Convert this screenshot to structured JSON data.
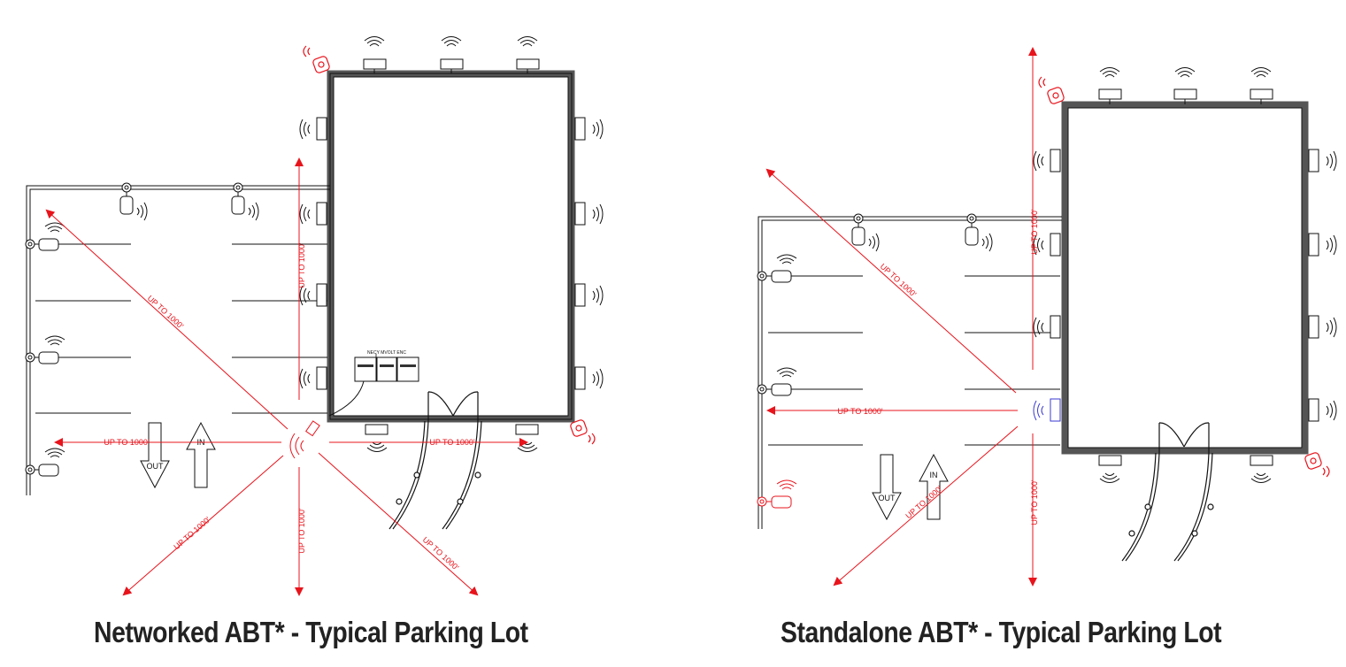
{
  "diagrams": {
    "networked": {
      "caption": "Networked ABT* - Typical Parking Lot",
      "range_label": "UP TO 1000'",
      "in_label": "IN",
      "out_label": "OUT",
      "enclosure_label": "NECY MVOLT ENC"
    },
    "standalone": {
      "caption": "Standalone ABT* - Typical Parking Lot",
      "range_label": "UP TO 1000'",
      "in_label": "IN",
      "out_label": "OUT"
    }
  },
  "colors": {
    "range_arrow": "#e8141c",
    "building_wall": "#555555",
    "building_fill": "#c8c8c8",
    "line": "#111111",
    "gateway_blue": "#3a3ad0"
  }
}
